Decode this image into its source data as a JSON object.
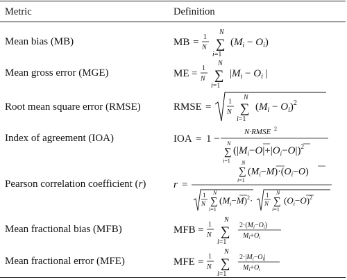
{
  "table": {
    "headers": {
      "metric": "Metric",
      "definition": "Definition"
    },
    "rows": [
      {
        "metric": "Mean bias (MB)",
        "lhs": "MB"
      },
      {
        "metric": "Mean gross error (MGE)",
        "lhs": "ME"
      },
      {
        "metric": "Root mean square error (RMSE)",
        "lhs": "RMSE"
      },
      {
        "metric": "Index of agreement (IOA)",
        "lhs": "IOA",
        "rhs_start": "1 −",
        "numerator": "N·RMSE"
      },
      {
        "metric": "Pearson correlation coefficient (r)",
        "lhs": "r"
      },
      {
        "metric": "Mean fractional bias (MFB)",
        "lhs": "MFB"
      },
      {
        "metric": "Mean fractional error (MFE)",
        "lhs": "MFE"
      }
    ]
  }
}
